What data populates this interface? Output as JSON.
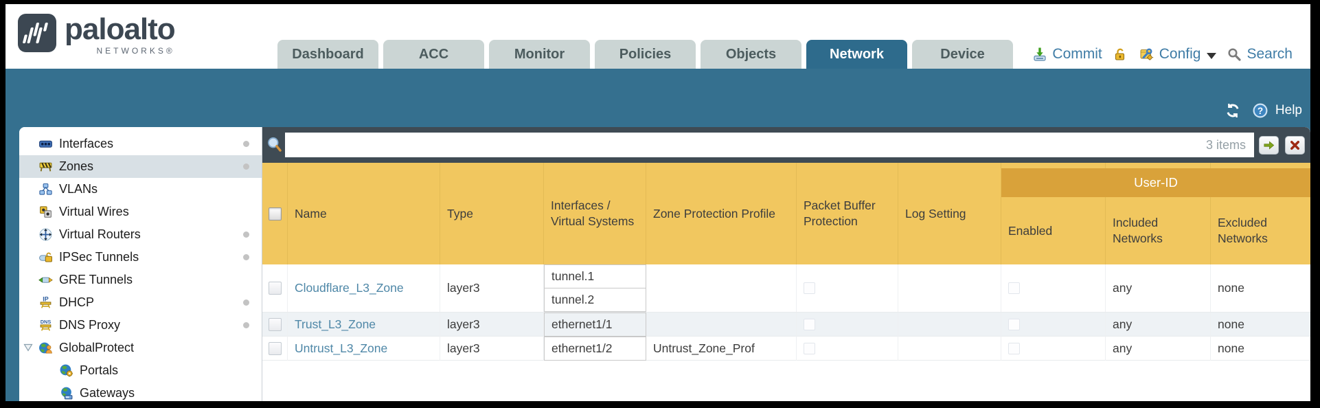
{
  "brand": {
    "name": "paloalto",
    "subname": "NETWORKS®"
  },
  "nav": {
    "tabs": [
      {
        "label": "Dashboard",
        "active": false
      },
      {
        "label": "ACC",
        "active": false
      },
      {
        "label": "Monitor",
        "active": false
      },
      {
        "label": "Policies",
        "active": false
      },
      {
        "label": "Objects",
        "active": false
      },
      {
        "label": "Network",
        "active": true
      },
      {
        "label": "Device",
        "active": false
      }
    ],
    "actions": {
      "commit": "Commit",
      "config": "Config",
      "search": "Search"
    }
  },
  "toolbar": {
    "help": "Help"
  },
  "sidebar": {
    "items": [
      {
        "label": "Interfaces",
        "icon": "interfaces-icon",
        "dot": true
      },
      {
        "label": "Zones",
        "icon": "zones-icon",
        "dot": true,
        "selected": true
      },
      {
        "label": "VLANs",
        "icon": "vlans-icon"
      },
      {
        "label": "Virtual Wires",
        "icon": "virtual-wires-icon"
      },
      {
        "label": "Virtual Routers",
        "icon": "virtual-routers-icon",
        "dot": true
      },
      {
        "label": "IPSec Tunnels",
        "icon": "ipsec-tunnels-icon",
        "dot": true
      },
      {
        "label": "GRE Tunnels",
        "icon": "gre-tunnels-icon"
      },
      {
        "label": "DHCP",
        "icon": "dhcp-icon",
        "dot": true
      },
      {
        "label": "DNS Proxy",
        "icon": "dns-proxy-icon",
        "dot": true
      },
      {
        "label": "GlobalProtect",
        "icon": "globalprotect-icon",
        "expandable": true
      },
      {
        "label": "Portals",
        "icon": "portals-icon",
        "indent": true
      },
      {
        "label": "Gateways",
        "icon": "gateways-icon",
        "indent": true
      }
    ]
  },
  "filter": {
    "value": "",
    "count": "3 items"
  },
  "table": {
    "group_header": "User-ID",
    "columns": [
      "Name",
      "Type",
      "Interfaces / Virtual Systems",
      "Zone Protection Profile",
      "Packet Buffer Protection",
      "Log Setting",
      "Enabled",
      "Included Networks",
      "Excluded Networks"
    ],
    "rows": [
      {
        "name": "Cloudflare_L3_Zone",
        "type": "layer3",
        "interfaces": [
          "tunnel.1",
          "tunnel.2"
        ],
        "zone_protection_profile": "",
        "packet_buffer_protection": false,
        "log_setting": "",
        "user_id_enabled": false,
        "included_networks": "any",
        "excluded_networks": "none"
      },
      {
        "name": "Trust_L3_Zone",
        "type": "layer3",
        "interfaces": [
          "ethernet1/1"
        ],
        "zone_protection_profile": "",
        "packet_buffer_protection": false,
        "log_setting": "",
        "user_id_enabled": false,
        "included_networks": "any",
        "excluded_networks": "none"
      },
      {
        "name": "Untrust_L3_Zone",
        "type": "layer3",
        "interfaces": [
          "ethernet1/2"
        ],
        "zone_protection_profile": "Untrust_Zone_Prof",
        "packet_buffer_protection": false,
        "log_setting": "",
        "user_id_enabled": false,
        "included_networks": "any",
        "excluded_networks": "none"
      }
    ]
  }
}
